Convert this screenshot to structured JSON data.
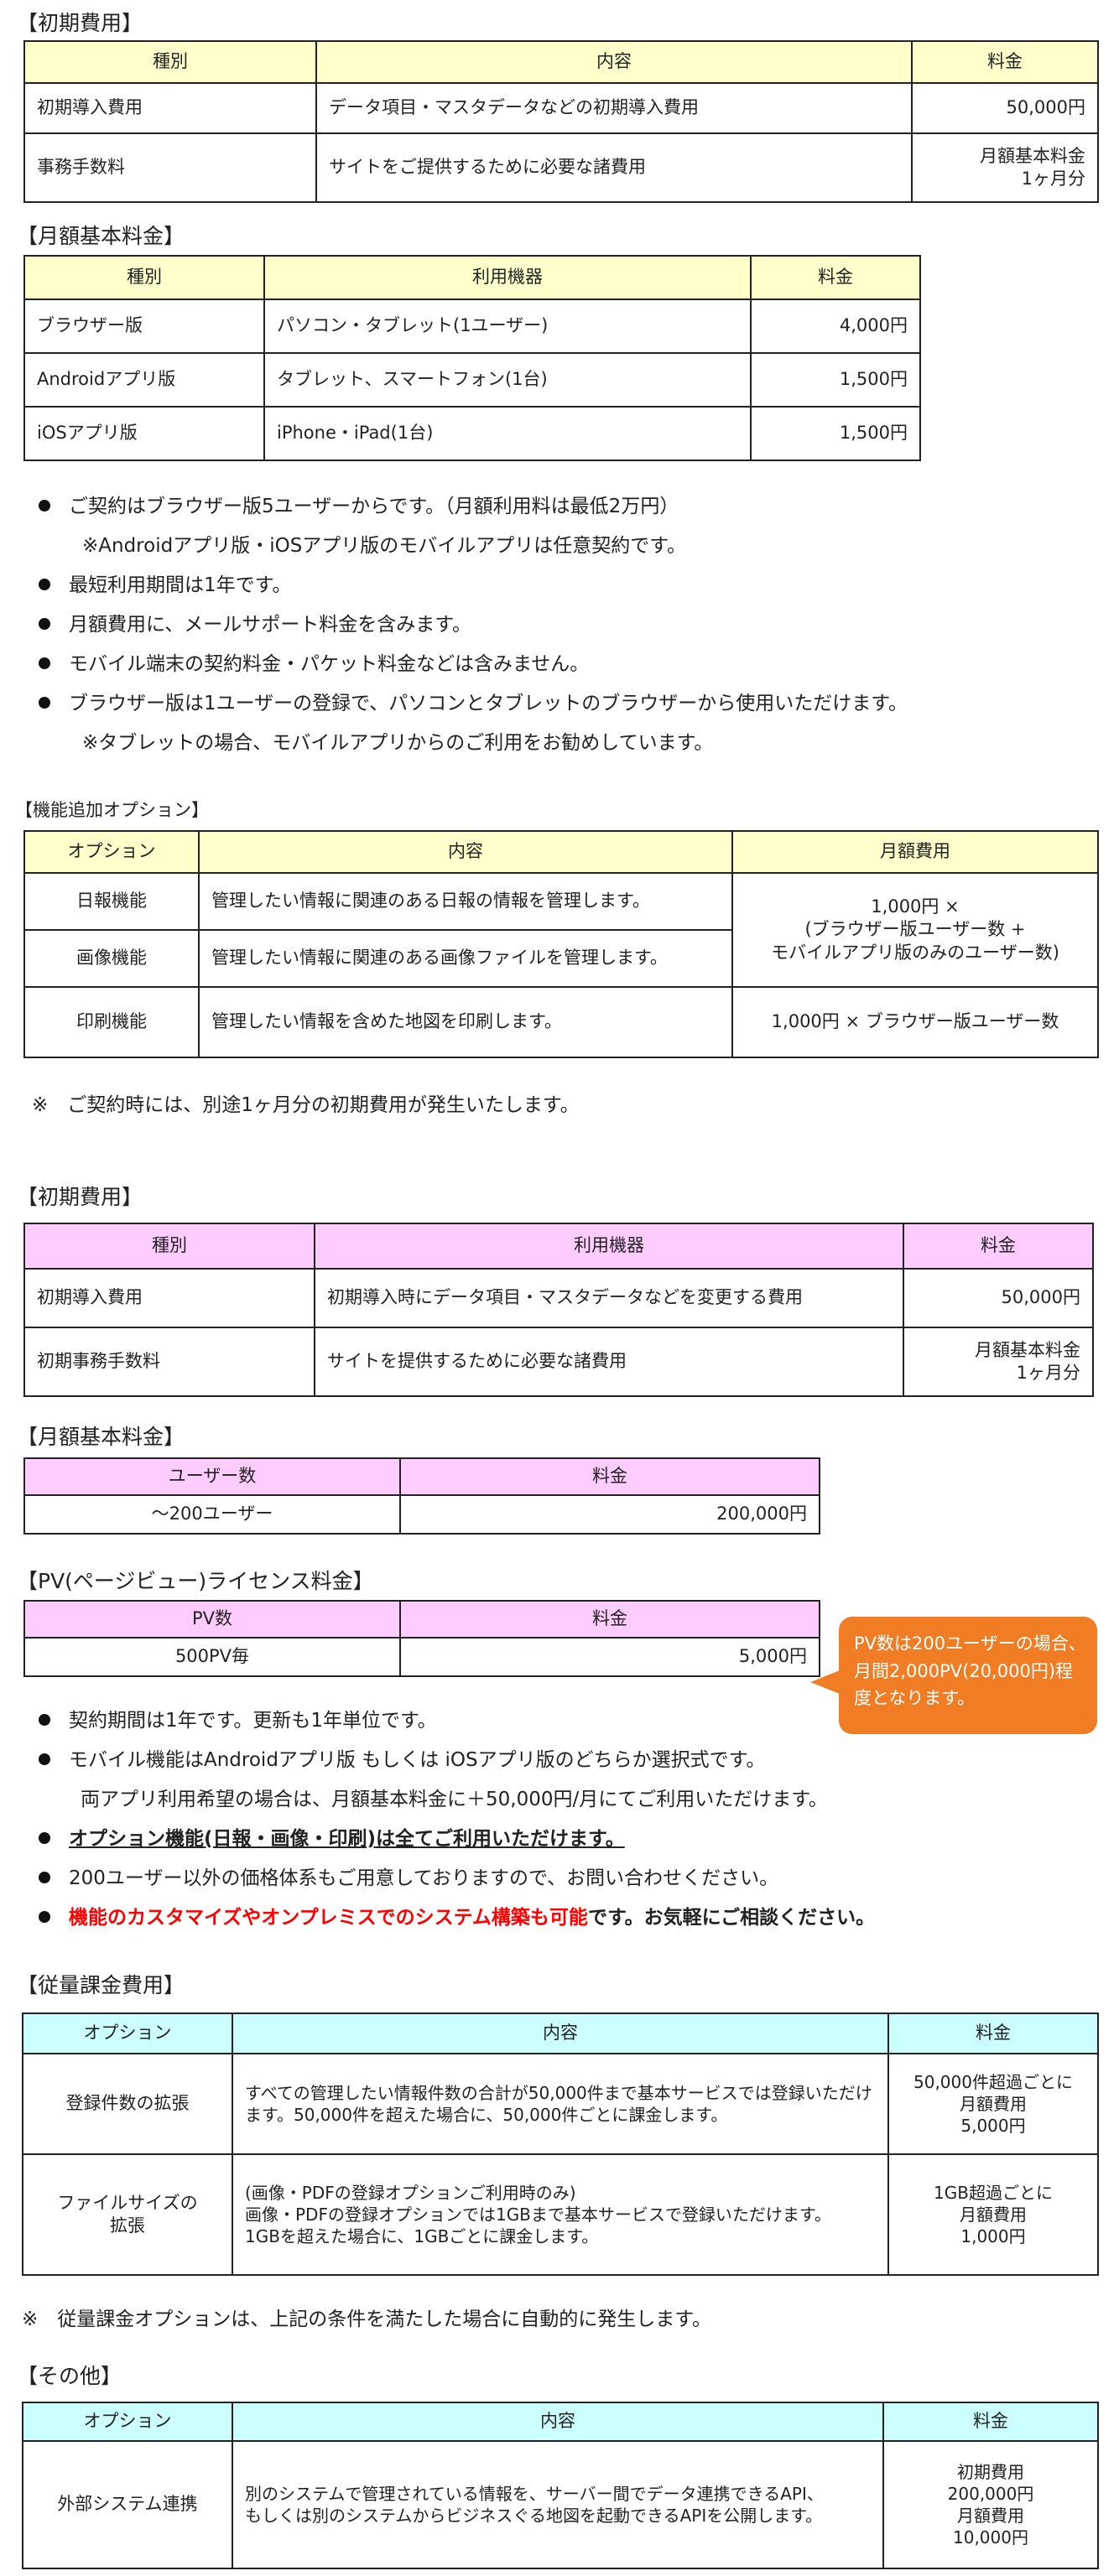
{
  "s1": {
    "title": "【初期費用】",
    "headers": [
      "種別",
      "内容",
      "料金"
    ],
    "rows": [
      [
        "初期導入費用",
        "データ項目・マスタデータなどの初期導入費用",
        "50,000円"
      ],
      [
        "事務手数料",
        "サイトをご提供するために必要な諸費用",
        "月額基本料金\n1ヶ月分"
      ]
    ]
  },
  "s2": {
    "title": "【月額基本料金】",
    "headers": [
      "種別",
      "利用機器",
      "料金"
    ],
    "rows": [
      [
        "ブラウザー版",
        "パソコン・タブレット(1ユーザー)",
        "4,000円"
      ],
      [
        "Androidアプリ版",
        "タブレット、スマートフォン(1台)",
        "1,500円"
      ],
      [
        "iOSアプリ版",
        "iPhone・iPad(1台)",
        "1,500円"
      ]
    ]
  },
  "notes1": {
    "b1": "ご契約はブラウザー版5ユーザーからです。（月額利用料は最低2万円）",
    "b1_sub": "※Androidアプリ版・iOSアプリ版のモバイルアプリは任意契約です。",
    "b2": "最短利用期間は1年です。",
    "b3": "月額費用に、メールサポート料金を含みます。",
    "b4": "モバイル端末の契約料金・パケット料金などは含みません。",
    "b5": "ブラウザー版は1ユーザーの登録で、パソコンとタブレットのブラウザーから使用いただけます。",
    "b5_sub": "※タブレットの場合、モバイルアプリからのご利用をお勧めしています。"
  },
  "s3": {
    "title": "【機能追加オプション】",
    "headers": [
      "オプション",
      "内容",
      "月額費用"
    ],
    "rows": [
      [
        "日報機能",
        "管理したい情報に関連のある日報の情報を管理します。"
      ],
      [
        "画像機能",
        "管理したい情報に関連のある画像ファイルを管理します。"
      ],
      [
        "印刷機能",
        "管理したい情報を含めた地図を印刷します。",
        "1,000円 × ブラウザー版ユーザー数"
      ]
    ],
    "merged_fee": "1,000円 ×\n(ブラウザー版ユーザー数 +\nモバイルアプリ版のみのユーザー数)",
    "note": "※　ご契約時には、別途1ヶ月分の初期費用が発生いたします。"
  },
  "s4": {
    "title": "【初期費用】",
    "headers": [
      "種別",
      "利用機器",
      "料金"
    ],
    "rows": [
      [
        "初期導入費用",
        "初期導入時にデータ項目・マスタデータなどを変更する費用",
        "50,000円"
      ],
      [
        "初期事務手数料",
        "サイトを提供するために必要な諸費用",
        "月額基本料金\n1ヶ月分"
      ]
    ]
  },
  "s5": {
    "title": "【月額基本料金】",
    "headers": [
      "ユーザー数",
      "料金"
    ],
    "rows": [
      [
        "～200ユーザー",
        "200,000円"
      ]
    ]
  },
  "s6": {
    "title": "【PV(ページビュー)ライセンス料金】",
    "headers": [
      "PV数",
      "料金"
    ],
    "rows": [
      [
        "500PV毎",
        "5,000円"
      ]
    ],
    "callout": "PV数は200ユーザーの場合、月間2,000PV(20,000円)程度となります。"
  },
  "notes2": {
    "b1": "契約期間は1年です。更新も1年単位です。",
    "b2": "モバイル機能はAndroidアプリ版 もしくは iOSアプリ版のどちらか選択式です。",
    "b2_sub": "両アプリ利用希望の場合は、月額基本料金に＋50,000円/月にてご利用いただけます。",
    "b3": "オプション機能(日報・画像・印刷)は全てご利用いただけます。",
    "b4": "200ユーザー以外の価格体系もご用意しておりますので、お問い合わせください。",
    "b5_red": "機能のカスタマイズやオンプレミスでのシステム構築も可能",
    "b5_rest": "です。お気軽にご相談ください。"
  },
  "s7": {
    "title": "【従量課金費用】",
    "headers": [
      "オプション",
      "内容",
      "料金"
    ],
    "rows": [
      [
        "登録件数の拡張",
        "すべての管理したい情報件数の合計が50,000件まで基本サービスでは登録いただけます。50,000件を超えた場合に、50,000件ごとに課金します。",
        "50,000件超過ごとに\n月額費用\n5,000円"
      ],
      [
        "ファイルサイズの\n拡張",
        "(画像・PDFの登録オプションご利用時のみ)\n画像・PDFの登録オプションでは1GBまで基本サービスで登録いただけます。\n1GBを超えた場合に、1GBごとに課金します。",
        "1GB超過ごとに\n月額費用\n1,000円"
      ]
    ],
    "note": "※　従量課金オプションは、上記の条件を満たした場合に自動的に発生します。"
  },
  "s8": {
    "title": "【その他】",
    "headers": [
      "オプション",
      "内容",
      "料金"
    ],
    "rows": [
      [
        "外部システム連携",
        "別のシステムで管理されている情報を、サーバー間でデータ連携できるAPI、\nもしくは別のシステムからビジネスぐる地図を起動できるAPIを公開します。",
        "初期費用\n200,000円\n月額費用\n10,000円"
      ]
    ]
  }
}
